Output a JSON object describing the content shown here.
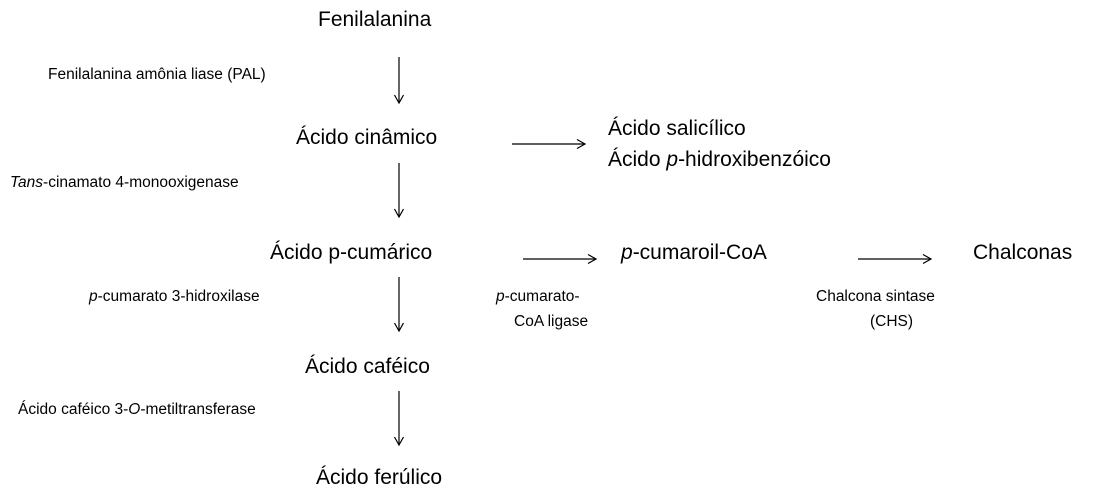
{
  "nodes": {
    "fenilalanina": "Fenilalanina",
    "acido_cinamico": "Ácido cinâmico",
    "acido_salicilico": "Ácido salicílico",
    "acido_hidroxibenzoico_pre": "Ácido ",
    "acido_hidroxibenzoico_italic": "p",
    "acido_hidroxibenzoico_post": "-hidroxibenzóico",
    "acido_p_cumarico": "Ácido p-cumárico",
    "p_cumaroil_coa_italic": "p",
    "p_cumaroil_coa_post": "-cumaroil-CoA",
    "chalconas": "Chalconas",
    "acido_cafeico": "Ácido caféico",
    "acido_ferulico": "Ácido ferúlico"
  },
  "enzymes": {
    "pal": "Fenilalanina amônia liase (PAL)",
    "c4h_italic": "Tans",
    "c4h_post": "-cinamato 4-monooxigenase",
    "c3h_italic": "p",
    "c3h_post": "-cumarato 3-hidroxilase",
    "coa_ligase_line1_italic": "p",
    "coa_ligase_line1_post": "-cumarato-",
    "coa_ligase_line2": "CoA ligase",
    "chs_line1": "Chalcona sintase",
    "chs_line2": "(CHS)",
    "comt_pre": "Ácido caféico 3-",
    "comt_italic": "O",
    "comt_post": "-metiltransferase"
  }
}
